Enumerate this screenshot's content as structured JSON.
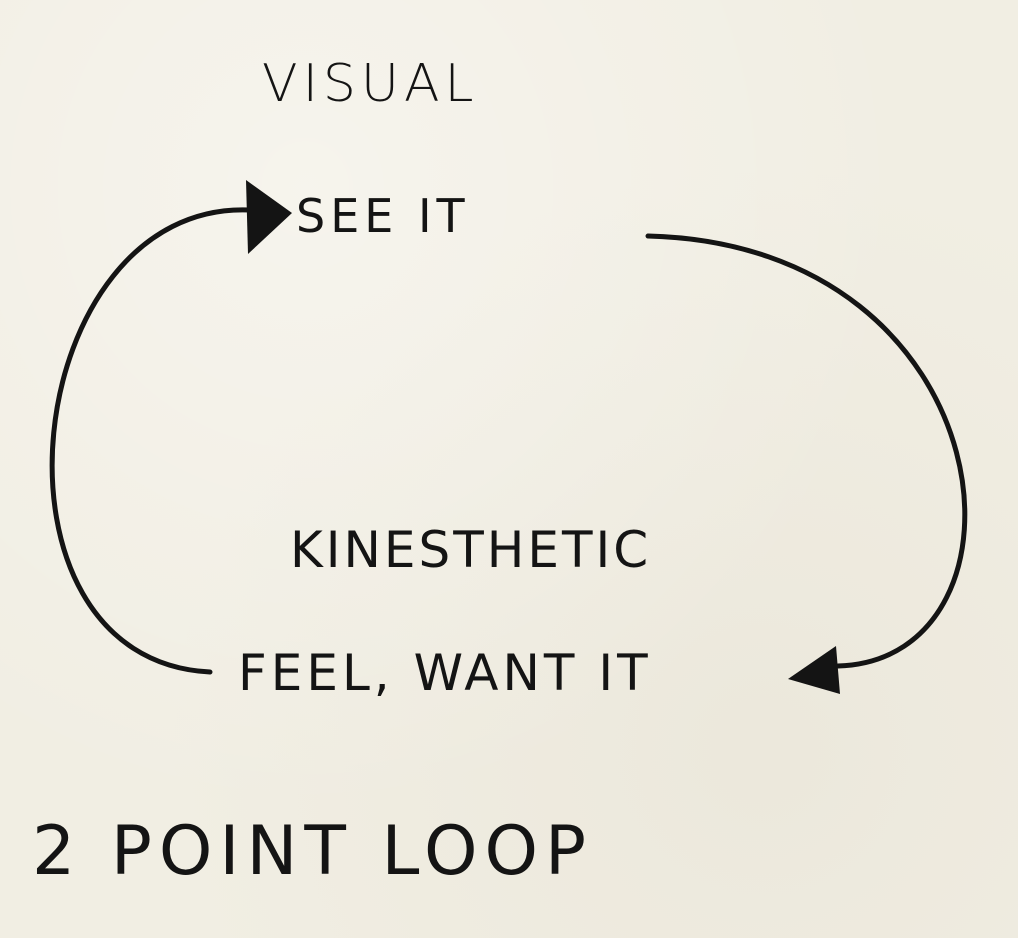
{
  "diagram": {
    "heading_top": "VISUAL",
    "node_top": "SEE IT",
    "heading_bottom": "KINESTHETIC",
    "node_bottom": "FEEL, WANT IT",
    "caption": "2 POINT LOOP"
  },
  "colors": {
    "ink": "#141414",
    "paper": "#f1eee3"
  }
}
